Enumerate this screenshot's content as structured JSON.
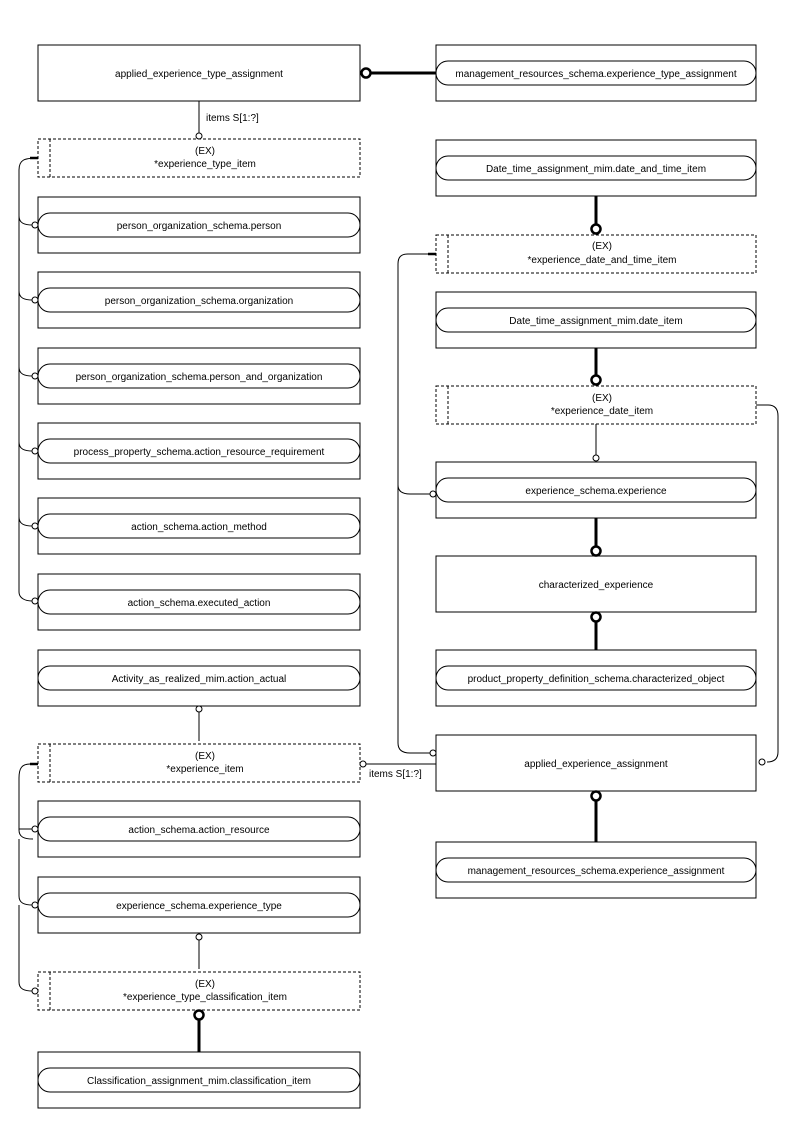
{
  "entities": {
    "applied_experience_type_assignment": "applied_experience_type_assignment",
    "management_experience_type_assignment": "management_resources_schema.experience_type_assignment",
    "items_label_top": "items S[1:?]",
    "experience_type_item": {
      "ex": "(EX)",
      "name": "*experience_type_item"
    },
    "person": "person_organization_schema.person",
    "organization": "person_organization_schema.organization",
    "person_and_organization": "person_organization_schema.person_and_organization",
    "action_resource_requirement": "process_property_schema.action_resource_requirement",
    "action_method": "action_schema.action_method",
    "executed_action": "action_schema.executed_action",
    "action_actual": "Activity_as_realized_mim.action_actual",
    "experience_item": {
      "ex": "(EX)",
      "name": "*experience_item"
    },
    "items_label_mid": "items S[1:?]",
    "action_resource": "action_schema.action_resource",
    "experience_type": "experience_schema.experience_type",
    "experience_type_classification_item": {
      "ex": "(EX)",
      "name": "*experience_type_classification_item"
    },
    "classification_item": "Classification_assignment_mim.classification_item",
    "date_and_time_item": "Date_time_assignment_mim.date_and_time_item",
    "experience_date_and_time_item": {
      "ex": "(EX)",
      "name": "*experience_date_and_time_item"
    },
    "date_item": "Date_time_assignment_mim.date_item",
    "experience_date_item": {
      "ex": "(EX)",
      "name": "*experience_date_item"
    },
    "experience": "experience_schema.experience",
    "characterized_experience": "characterized_experience",
    "characterized_object": "product_property_definition_schema.characterized_object",
    "applied_experience_assignment": "applied_experience_assignment",
    "management_experience_assignment": "management_resources_schema.experience_assignment"
  }
}
